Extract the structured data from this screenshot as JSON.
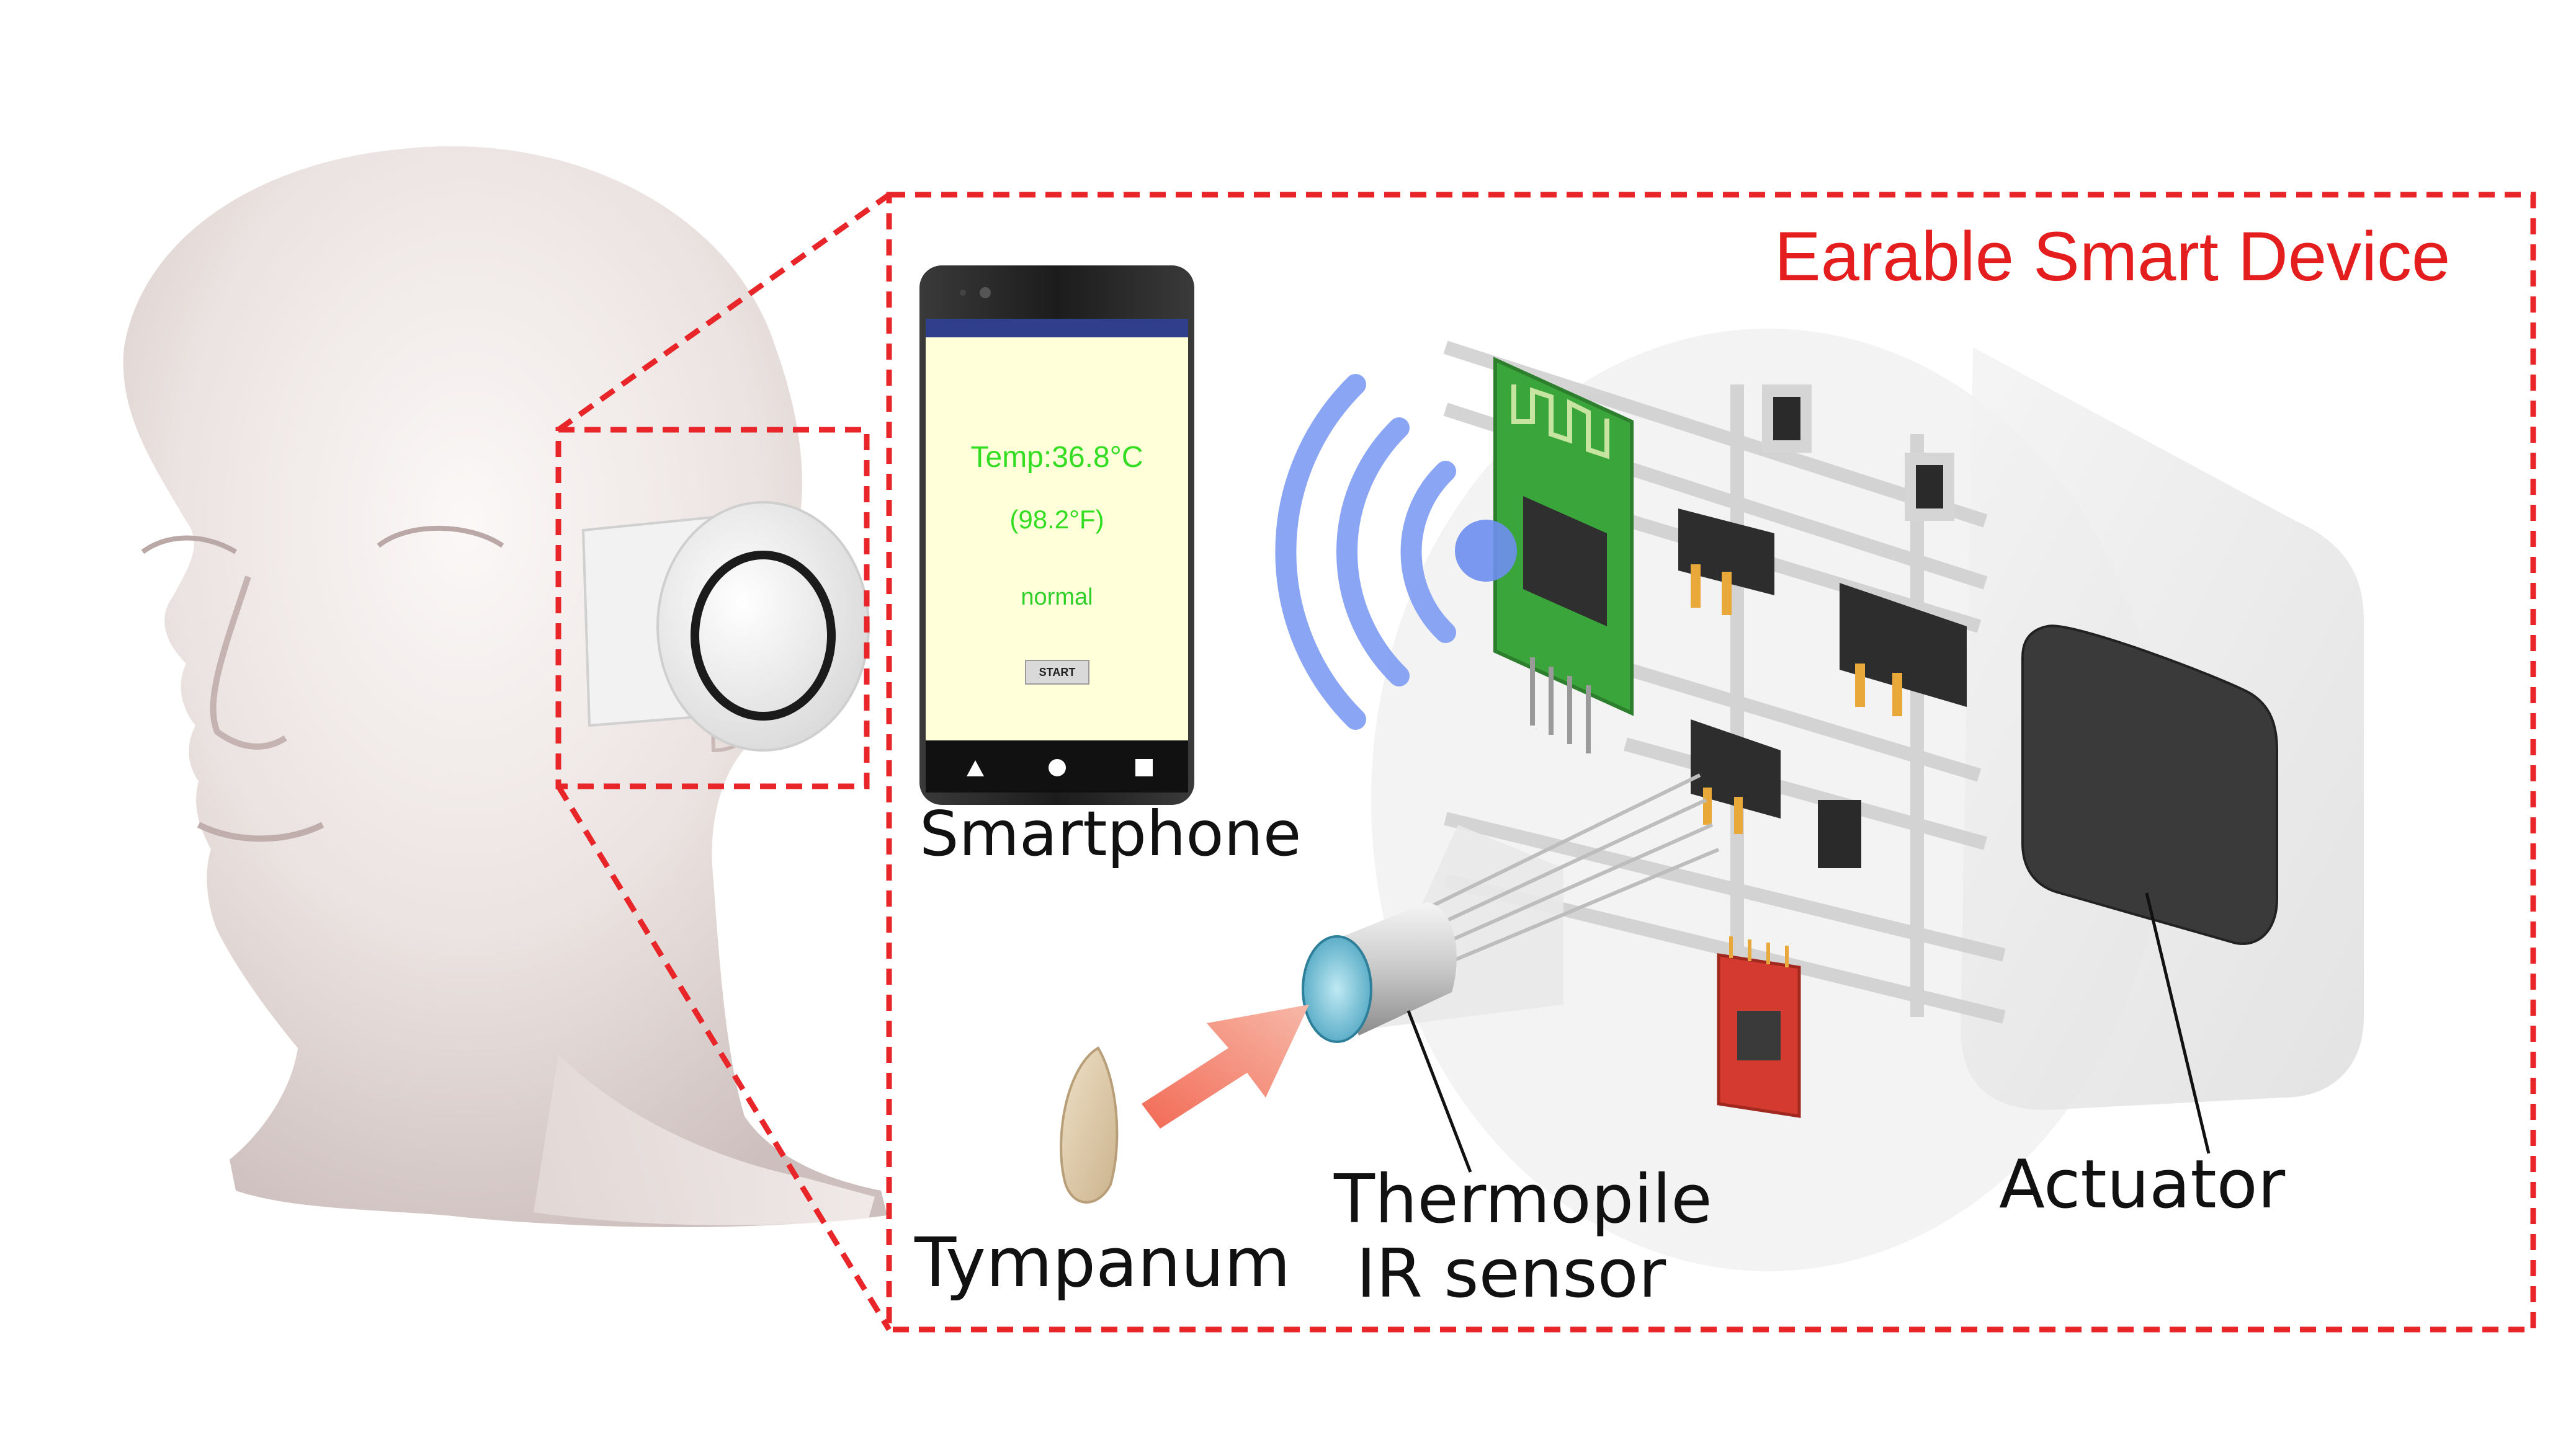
{
  "title": "Earable Smart Device",
  "labels": {
    "smartphone": "Smartphone",
    "tympanum": "Tympanum",
    "sensor_line1": "Thermopile",
    "sensor_line2": "IR sensor",
    "actuator": "Actuator"
  },
  "phone_screen": {
    "temp_c": "Temp:36.8°C",
    "temp_f": "(98.2°F)",
    "status": "normal",
    "start_button": "START"
  },
  "colors": {
    "callout_dash": "#e8262a",
    "title_text": "#e41e1e",
    "screen_text": "#33dd22",
    "status_text": "#2fcf2a",
    "screen_bg": "#ffffd9",
    "status_bar": "#2f3f8c",
    "wireless_waves": "#7f9cf5",
    "pcb_green": "#3aa53a",
    "pcb_red": "#d43a30",
    "actuator_block": "#3a3a3a",
    "ir_arrow": "#f2775c"
  },
  "icons": [
    "wifi-waves-icon",
    "triangle-back-icon",
    "circle-home-icon",
    "square-recent-icon"
  ]
}
